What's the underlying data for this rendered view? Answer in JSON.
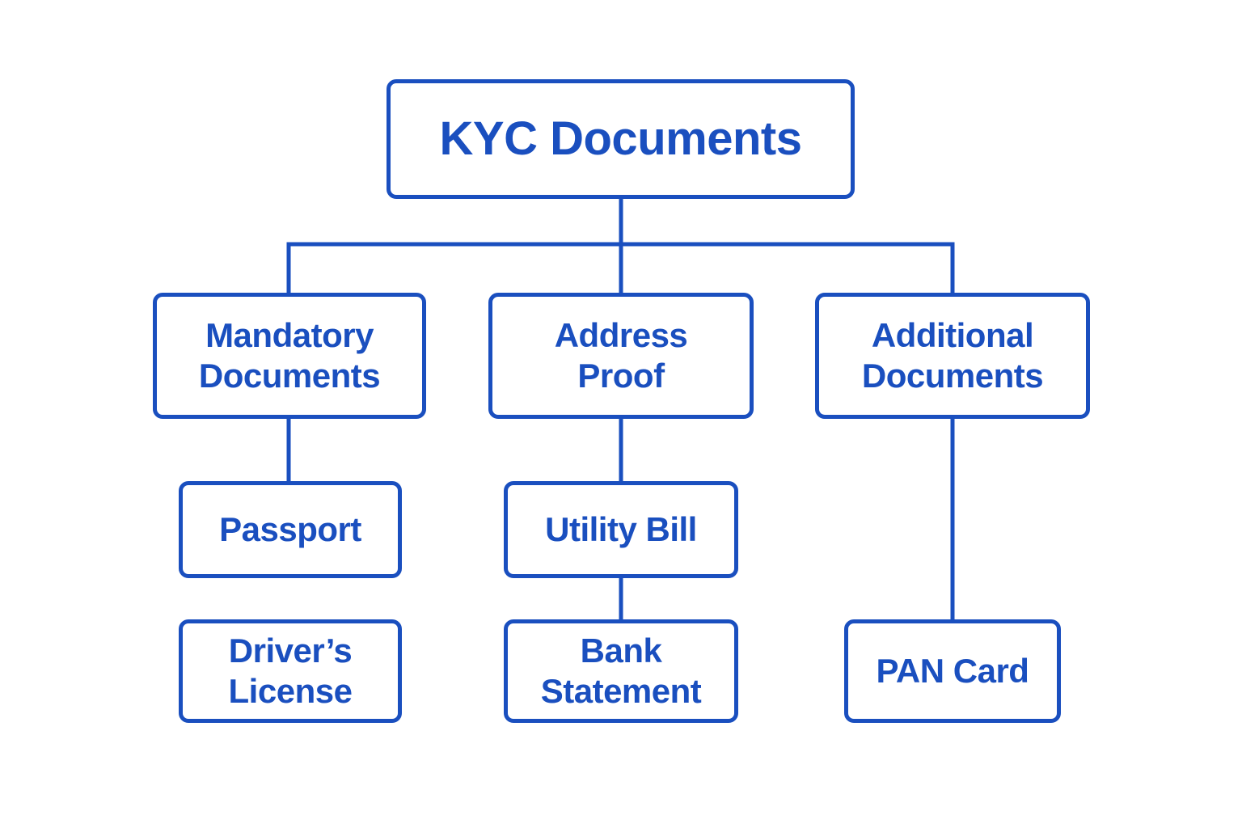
{
  "diagram": {
    "root": {
      "label": "KYC Documents"
    },
    "categories": [
      {
        "label": "Mandatory\nDocuments",
        "children": [
          "Passport",
          "Driver’s\nLicense"
        ]
      },
      {
        "label": "Address\nProof",
        "children": [
          "Utility Bill",
          "Bank\nStatement"
        ]
      },
      {
        "label": "Additional\nDocuments",
        "children": [
          "PAN Card"
        ]
      }
    ]
  },
  "colors": {
    "line": "#1a4fbf",
    "text": "#1a4fbf",
    "background": "#ffffff"
  }
}
